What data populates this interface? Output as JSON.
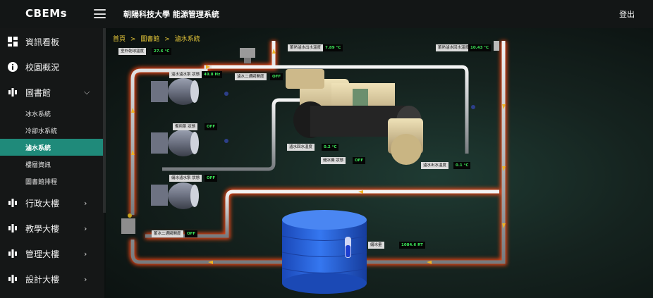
{
  "header": {
    "brand": "CBEMs",
    "title": "朝陽科技大學 能源管理系統",
    "logout": "登出"
  },
  "sidebar": {
    "items": [
      {
        "label": "資訊看板",
        "icon": "dashboard-icon"
      },
      {
        "label": "校園概況",
        "icon": "info-icon"
      },
      {
        "label": "圖書館",
        "icon": "building-icon",
        "expanded": true
      },
      {
        "label": "行政大樓",
        "icon": "building-icon"
      },
      {
        "label": "教學大樓",
        "icon": "building-icon"
      },
      {
        "label": "管理大樓",
        "icon": "building-icon"
      },
      {
        "label": "設計大樓",
        "icon": "building-icon"
      }
    ],
    "library_subitems": [
      {
        "label": "冰水系統"
      },
      {
        "label": "冷卻水系統"
      },
      {
        "label": "滷水系統",
        "active": true
      },
      {
        "label": "樓層資訊"
      },
      {
        "label": "圖書館排程"
      }
    ]
  },
  "breadcrumb": {
    "home": "首頁",
    "sep": ">",
    "library": "圖書館",
    "current": "滷水系統"
  },
  "readings": {
    "outdoor_wet_bulb": {
      "label": "室外乾球溫度",
      "value": "27.6 °C"
    },
    "brine_pump_1_hz": {
      "label": "滷水滷水泵 狀態",
      "value": "49.8 Hz"
    },
    "brine_two_way_valve": {
      "label": "滷水二通閥開度",
      "value": "OFF"
    },
    "pump_2_status": {
      "label": "備用泵 狀態",
      "value": "OFF"
    },
    "pump_3_status": {
      "label": "儲冰滷水泵 狀態",
      "value": "OFF"
    },
    "ice_two_way_valve": {
      "label": "蓄冰二通閥開度",
      "value": "OFF"
    },
    "storage_supply_temp": {
      "label": "蓄熱滷水出水溫度",
      "value": "7.89 °C"
    },
    "storage_return_temp": {
      "label": "蓄熱滷水回水溫度",
      "value": "10.43 °C"
    },
    "brine_return_temp": {
      "label": "滷水回水溫度",
      "value": "0.2 °C"
    },
    "chiller_status": {
      "label": "儲冰機 狀態",
      "value": "OFF"
    },
    "brine_outlet_temp": {
      "label": "滷水出水溫度",
      "value": "0.1 °C"
    },
    "ice_storage": {
      "label": "儲冰量",
      "value": "1084.6 RT"
    }
  },
  "colors": {
    "accent": "#1f8a7a",
    "breadcrumb": "#e8c93a",
    "reading_value": "#3ce85a",
    "pipe_glow": "#ff5a1f",
    "tank": "#1e5bd6",
    "chiller": "#d9c592"
  }
}
